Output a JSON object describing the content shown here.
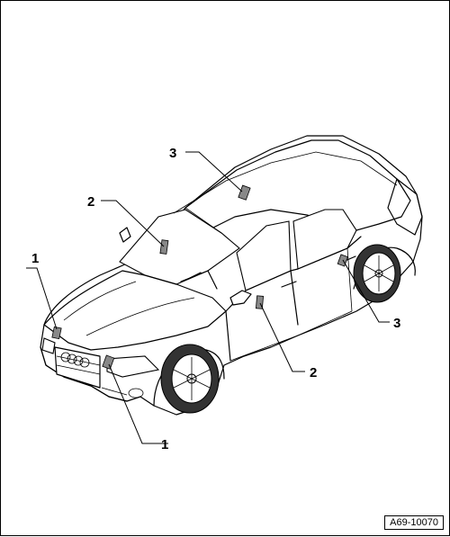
{
  "callouts": [
    {
      "id": "left-front-1",
      "label": "1"
    },
    {
      "id": "right-front-1",
      "label": "1"
    },
    {
      "id": "left-mid-2",
      "label": "2"
    },
    {
      "id": "right-mid-2",
      "label": "2"
    },
    {
      "id": "top-3",
      "label": "3"
    },
    {
      "id": "right-rear-3",
      "label": "3"
    }
  ],
  "figure_code": "A69-10070"
}
